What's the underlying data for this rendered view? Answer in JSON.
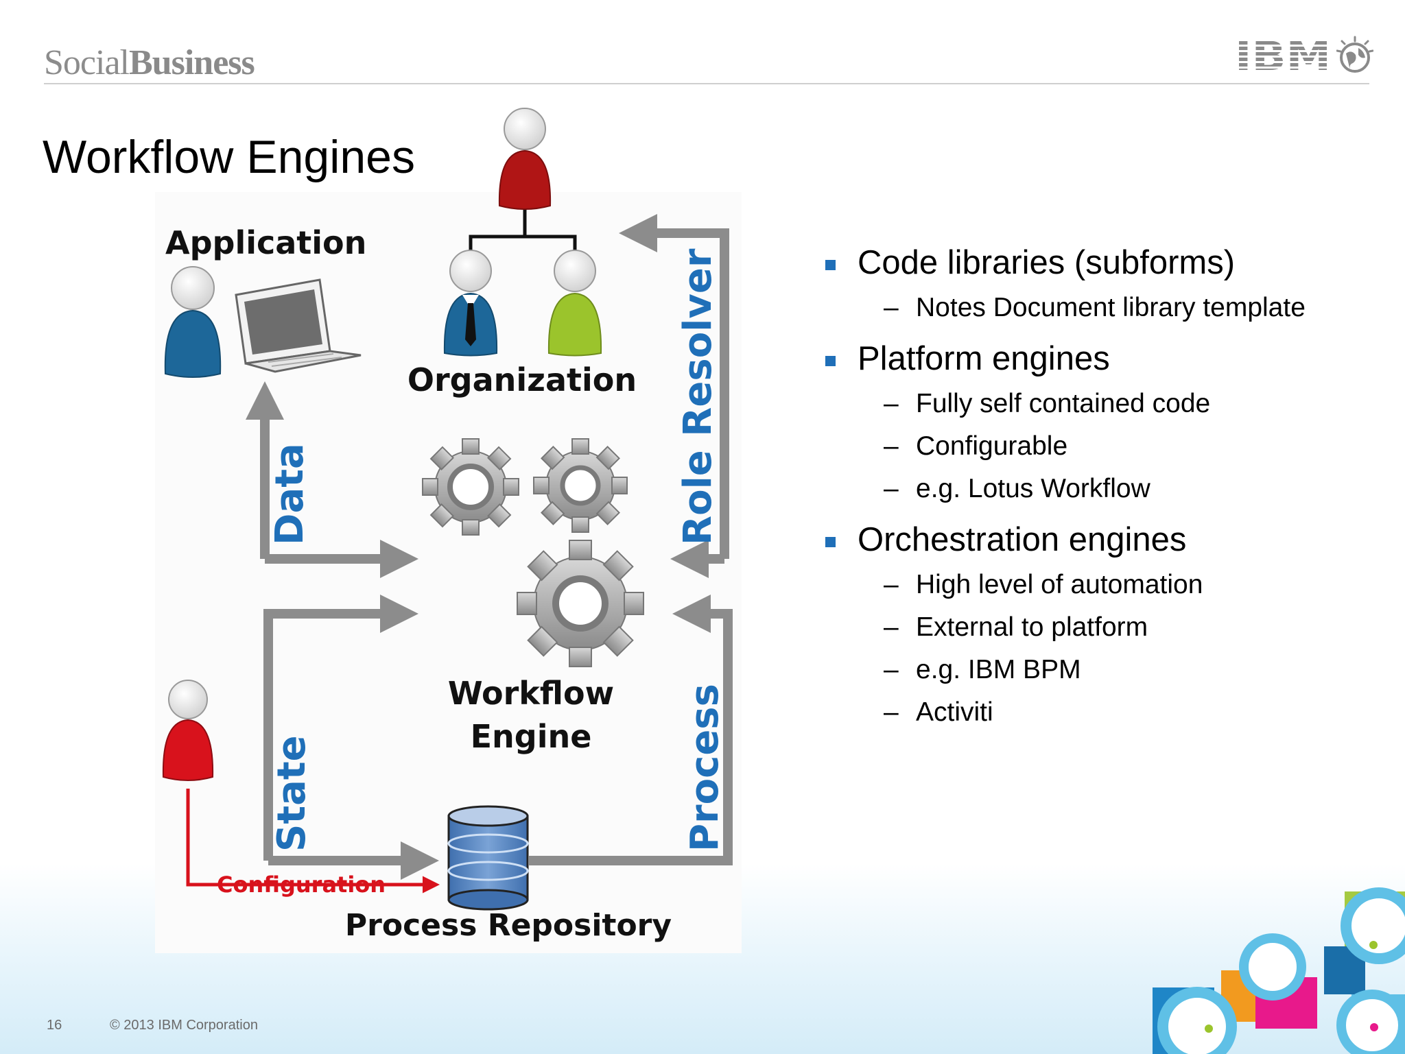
{
  "header": {
    "brand_light": "Social",
    "brand_bold": "Business",
    "logo_text": "IBM"
  },
  "title": "Workflow Engines",
  "diagram": {
    "application": "Application",
    "organization": "Organization",
    "role_resolver": "Role Resolver",
    "data": "Data",
    "state": "State",
    "process": "Process",
    "engine_line1": "Workflow",
    "engine_line2": "Engine",
    "configuration": "Configuration",
    "repository": "Process Repository"
  },
  "bullets": [
    {
      "text": "Code libraries (subforms)",
      "subs": [
        "Notes Document library template"
      ]
    },
    {
      "text": "Platform engines",
      "subs": [
        "Fully self contained code",
        "Configurable",
        "e.g. Lotus Workflow"
      ]
    },
    {
      "text": "Orchestration engines",
      "subs": [
        "High level of automation",
        "External to platform",
        "e.g. IBM BPM",
        "Activiti"
      ]
    }
  ],
  "footer": {
    "page_number": "16",
    "copyright": "© 2013 IBM Corporation"
  },
  "colors": {
    "accent_blue": "#1f6fb8",
    "arrow_gray": "#8c8c8c",
    "config_red": "#d8121c",
    "person_red": "#b01515",
    "person_blue": "#1d6799",
    "person_green": "#9bc42c"
  }
}
